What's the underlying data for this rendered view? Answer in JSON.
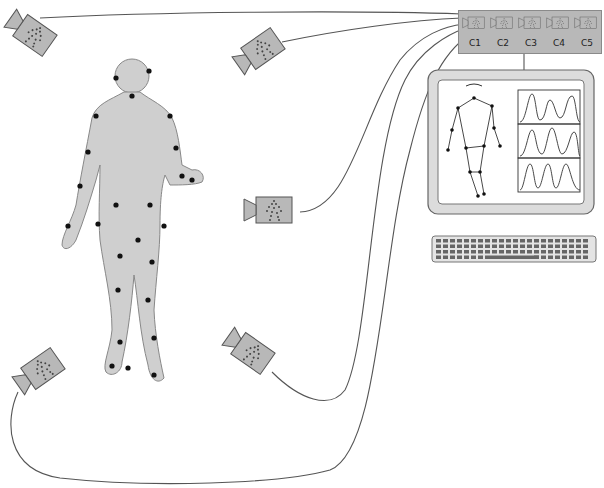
{
  "diagram": {
    "nodes": [
      {
        "text": [
          "C1",
          "C2",
          "C3",
          "C4",
          "C5"
        ]
      }
    ]
  }
}
